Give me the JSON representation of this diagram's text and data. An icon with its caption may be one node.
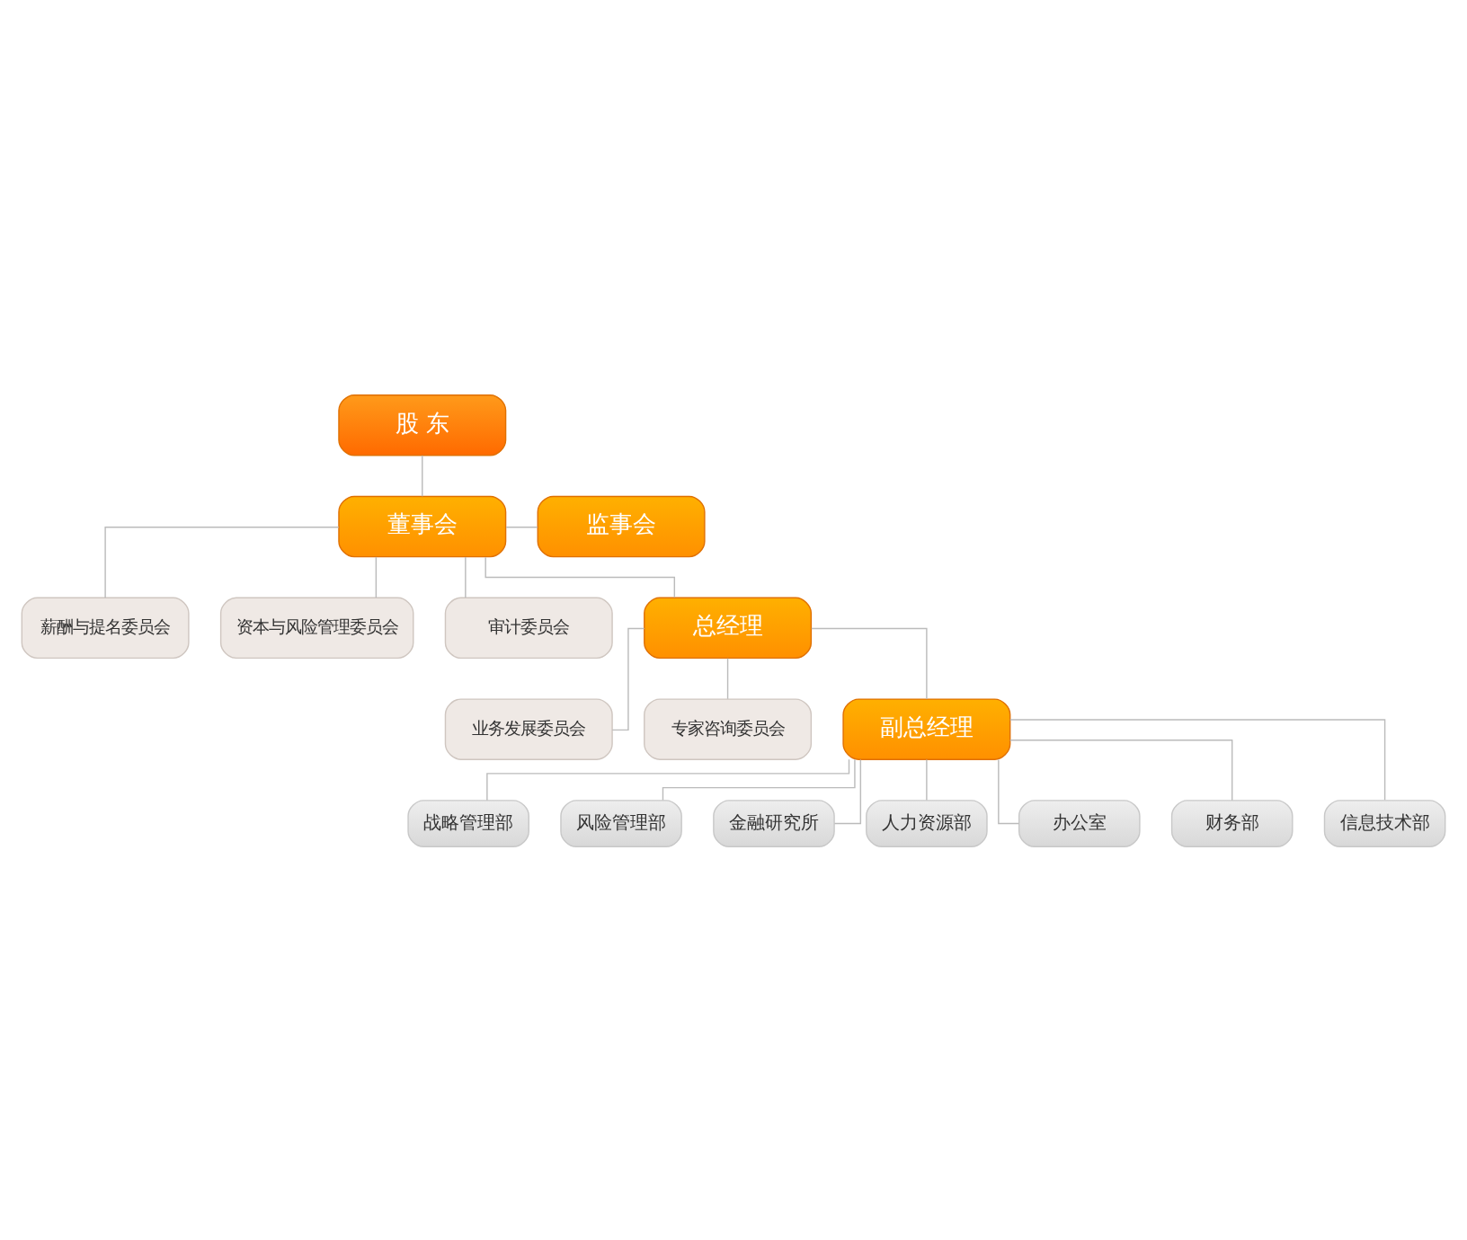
{
  "diagram": {
    "nodes": [
      {
        "text": [
          "股 东"
        ]
      },
      {
        "text": [
          "董事会"
        ]
      },
      {
        "text": [
          "监事会"
        ]
      },
      {
        "text": [
          "薪酬与提名委员会"
        ]
      },
      {
        "text": [
          "资本与风险管理委员会"
        ]
      },
      {
        "text": [
          "审计委员会"
        ]
      },
      {
        "text": [
          "总经理"
        ]
      },
      {
        "text": [
          "业务发展委员会"
        ]
      },
      {
        "text": [
          "专家咨询委员会"
        ]
      },
      {
        "text": [
          "副总经理"
        ]
      },
      {
        "text": [
          "战略管理部"
        ]
      },
      {
        "text": [
          "风险管理部"
        ]
      },
      {
        "text": [
          "金融研究所"
        ]
      },
      {
        "text": [
          "人力资源部"
        ]
      },
      {
        "text": [
          "办公室"
        ]
      },
      {
        "text": [
          "财务部"
        ]
      },
      {
        "text": [
          "信息技术部"
        ]
      }
    ],
    "edges": [
      {
        "from": 0,
        "to": 1,
        "arrow": "none"
      },
      {
        "from": 1,
        "to": 2,
        "arrow": "none"
      },
      {
        "from": 1,
        "to": 3,
        "arrow": "none"
      },
      {
        "from": 1,
        "to": 4,
        "arrow": "none"
      },
      {
        "from": 1,
        "to": 5,
        "arrow": "none"
      },
      {
        "from": 1,
        "to": 6,
        "arrow": "none"
      },
      {
        "from": 6,
        "to": 7,
        "arrow": "none"
      },
      {
        "from": 6,
        "to": 8,
        "arrow": "none"
      },
      {
        "from": 6,
        "to": 9,
        "arrow": "none"
      },
      {
        "from": 9,
        "to": 10,
        "arrow": "none"
      },
      {
        "from": 9,
        "to": 11,
        "arrow": "none"
      },
      {
        "from": 9,
        "to": 12,
        "arrow": "none"
      },
      {
        "from": 9,
        "to": 13,
        "arrow": "none"
      },
      {
        "from": 9,
        "to": 14,
        "arrow": "none"
      },
      {
        "from": 9,
        "to": 15,
        "arrow": "none"
      },
      {
        "from": 9,
        "to": 16,
        "arrow": "none"
      }
    ]
  }
}
